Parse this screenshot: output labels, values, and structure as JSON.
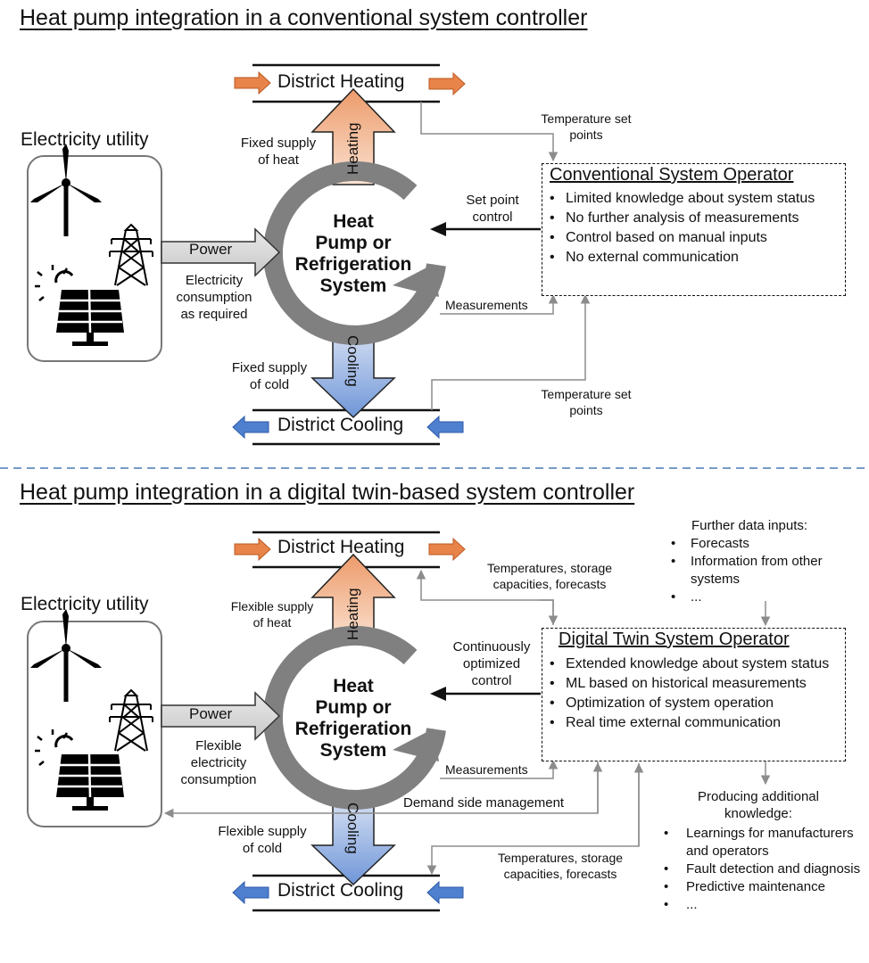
{
  "top": {
    "title": "Heat pump integration in a conventional system controller",
    "utility_label": "Electricity utility",
    "power_label": "Power",
    "power_note": [
      "Electricity",
      "consumption",
      "as required"
    ],
    "heating_label": "District Heating",
    "cooling_label": "District Cooling",
    "heating_arrow_label": "Heating",
    "cooling_arrow_label": "Cooling",
    "system_label": [
      "Heat",
      "Pump or",
      "Refrigeration",
      "System"
    ],
    "supply_heat": [
      "Fixed supply",
      "of heat"
    ],
    "supply_cold": [
      "Fixed supply",
      "of cold"
    ],
    "temp_set_top": [
      "Temperature set",
      "points"
    ],
    "temp_set_bottom": [
      "Temperature set",
      "points"
    ],
    "set_point": [
      "Set point",
      "control"
    ],
    "measurements": "Measurements",
    "operator_title": "Conventional System Operator",
    "operator_items": [
      "Limited knowledge about system status",
      "No further analysis of measurements",
      "Control based on manual inputs",
      "No external communication"
    ]
  },
  "divider_color": "#4a7ab5",
  "bottom": {
    "title": "Heat pump integration in a digital twin-based system controller",
    "utility_label": "Electricity utility",
    "power_label": "Power",
    "power_note": [
      "Flexible",
      "electricity",
      "consumption"
    ],
    "heating_label": "District Heating",
    "cooling_label": "District Cooling",
    "heating_arrow_label": "Heating",
    "cooling_arrow_label": "Cooling",
    "system_label": [
      "Heat",
      "Pump or",
      "Refrigeration",
      "System"
    ],
    "supply_heat": [
      "Flexible supply",
      "of heat"
    ],
    "supply_cold": [
      "Flexible supply",
      "of cold"
    ],
    "temps_top": [
      "Temperatures, storage",
      "capacities, forecasts"
    ],
    "temps_bottom": [
      "Temperatures, storage",
      "capacities, forecasts"
    ],
    "control": [
      "Continuously",
      "optimized",
      "control"
    ],
    "measurements": "Measurements",
    "demand_side": "Demand side management",
    "further_title": "Further data inputs:",
    "further_items": [
      "Forecasts",
      "Information from other systems",
      "..."
    ],
    "operator_title": "Digital Twin System Operator",
    "operator_items": [
      "Extended knowledge about system status",
      "ML based on historical measurements",
      "Optimization of system operation",
      "Real time external communication"
    ],
    "producing_title": [
      "Producing additional",
      "knowledge:"
    ],
    "producing_items": [
      "Learnings for manufacturers and operators",
      "Fault detection and diagnosis",
      "Predictive maintenance",
      "..."
    ]
  },
  "colors": {
    "heating_orange": "#e8834a",
    "cooling_blue": "#4f7fcf",
    "ring_gray": "#808080",
    "line_gray": "#8c8c8c"
  },
  "icons": [
    "wind-turbine-icon",
    "power-pylon-icon",
    "solar-panel-icon"
  ]
}
